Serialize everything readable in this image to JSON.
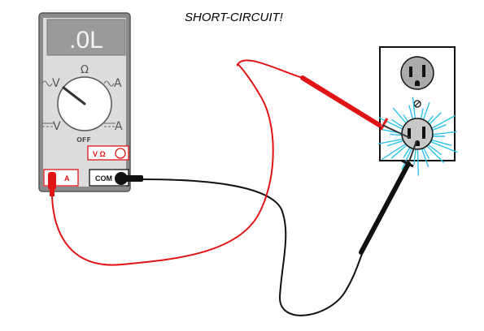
{
  "title": "SHORT-CIRCUIT!",
  "meter": {
    "display": ".0L",
    "dial": {
      "ohm": "Ω",
      "off": "OFF",
      "ac_volts": "V",
      "ac_amps": "A",
      "dc_volts": "V",
      "dc_amps": "A"
    },
    "jacks": {
      "amps": "A",
      "common": "COM",
      "volt_ohm": "V Ω"
    }
  },
  "colors": {
    "meter_body": "#8a8a8a",
    "meter_face": "#dcdcdc",
    "red_lead": "#e01414",
    "black_lead": "#111111",
    "spark": "#2ec4e6"
  },
  "icons": {
    "outlet": "duplex-outlet-icon",
    "spark": "spark-burst-icon",
    "knob": "selector-knob-icon"
  }
}
